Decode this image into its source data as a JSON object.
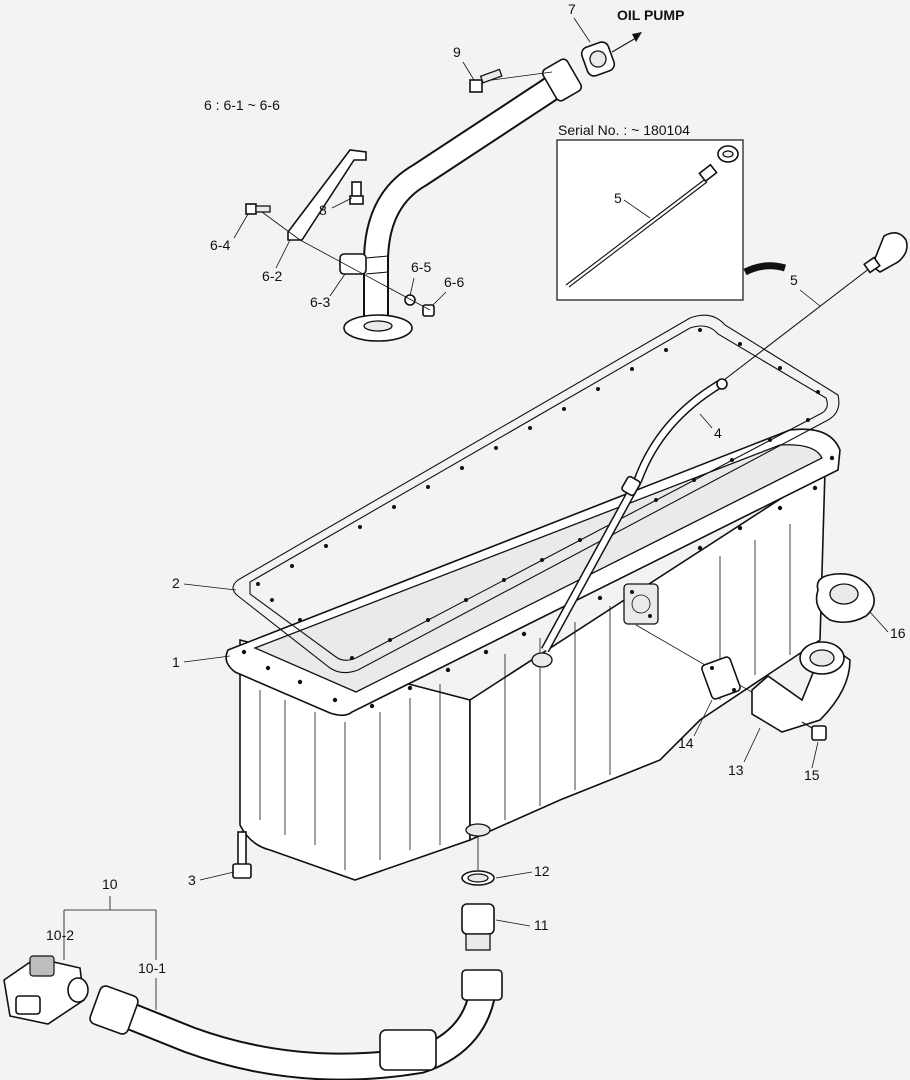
{
  "diagram": {
    "group_note": "6 : 6-1 ~ 6-6",
    "oil_pump_text": "OIL PUMP",
    "serial_text": "Serial No. : ~ 180104",
    "callouts": {
      "c1": "1",
      "c2": "2",
      "c3": "3",
      "c4": "4",
      "c5": "5",
      "c5b": "5",
      "c6_2": "6-2",
      "c6_3": "6-3",
      "c6_4": "6-4",
      "c6_5": "6-5",
      "c6_6": "6-6",
      "c7": "7",
      "c8": "8",
      "c9": "9",
      "c10": "10",
      "c10_1": "10-1",
      "c10_2": "10-2",
      "c11": "11",
      "c12": "12",
      "c13": "13",
      "c14": "14",
      "c15": "15",
      "c16": "16"
    }
  }
}
